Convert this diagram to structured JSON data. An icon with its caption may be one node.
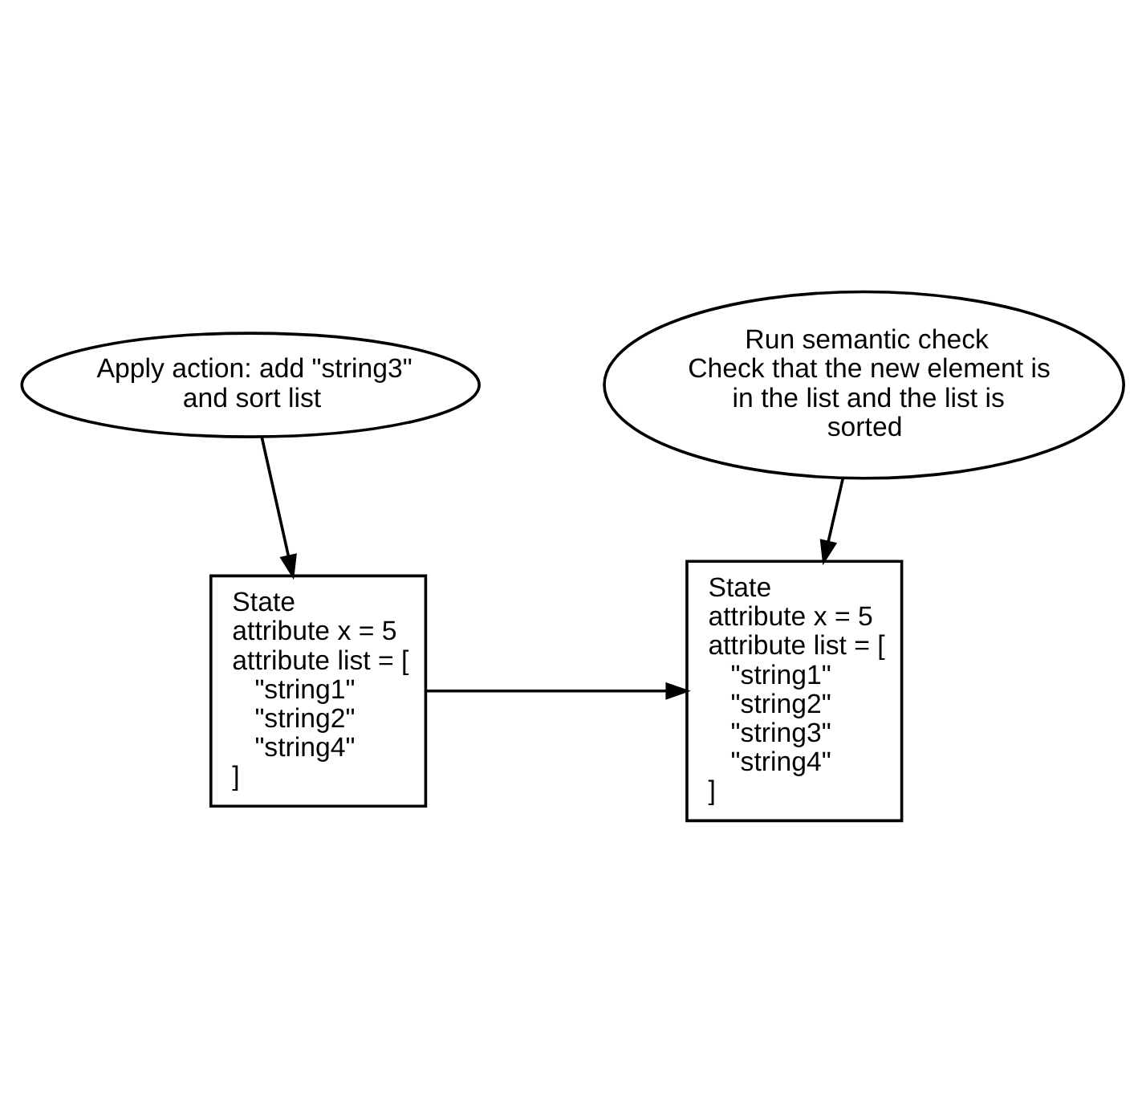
{
  "diagram": {
    "nodes": [
      {
        "text": [
          "Apply action: add \"string3\" and sort list"
        ]
      },
      {
        "text": [
          "State",
          "attribute x = 5",
          "attribute list = [",
          "\"string1\"",
          "\"string2\"",
          "\"string4\"",
          "]"
        ]
      },
      {
        "text": [
          "State",
          "attribute x = 5",
          "attribute list = [",
          "\"string1\"",
          "\"string2\"",
          "\"string3\"",
          "\"string4\"",
          "]"
        ]
      },
      {
        "text": [
          "Run semantic check",
          "Check that the new element is in the list and the list is sorted"
        ]
      }
    ],
    "edges": [
      {
        "from": 0,
        "to": 1,
        "arrow": "to"
      },
      {
        "from": 1,
        "to": 2,
        "arrow": "to"
      },
      {
        "from": 3,
        "to": 2,
        "arrow": "to"
      }
    ]
  }
}
